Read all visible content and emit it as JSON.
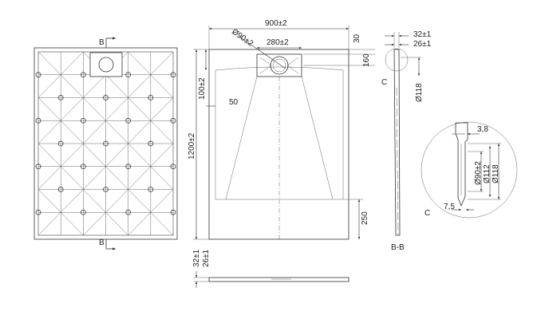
{
  "labels": {
    "section_b_top": "B",
    "section_b_bottom": "B",
    "width": "900±2",
    "drain_diameter": "Ø90±2",
    "drain_width": "280±2",
    "top_offset": "30",
    "drain_depth": "160",
    "edge_100": "100±2",
    "edge_50": "50",
    "length": "1200±2",
    "bottom_250": "250",
    "height_32": "32±1",
    "height_26": "26±1",
    "section_height_32": "32±1",
    "section_height_26": "26±1",
    "section_diameter": "Ø118",
    "detail_c_1": "C",
    "section_name": "B-B",
    "detail_c_2": "C",
    "detail_3_8": "3,8",
    "detail_d90": "Ø90±2",
    "detail_d112": "Ø112",
    "detail_d118": "Ø118",
    "detail_7_5": "7,5"
  }
}
